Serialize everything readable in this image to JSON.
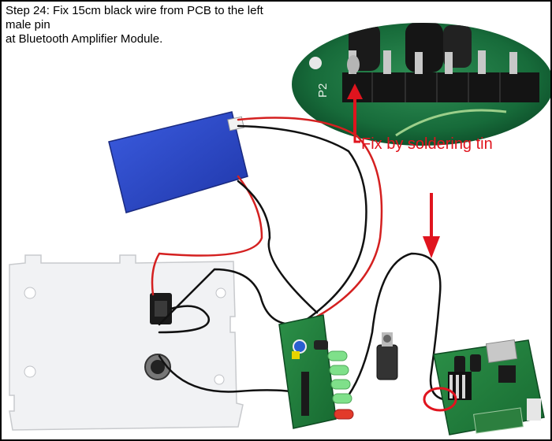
{
  "instruction": {
    "line1": "Step 24: Fix 15cm black wire from PCB to the left male pin",
    "line2": "at Bluetooth Amplifier Module."
  },
  "callout": {
    "label": "Fix by soldering tin"
  },
  "inset": {
    "connector_label": "P2"
  },
  "colors": {
    "annotation_red": "#e0141e",
    "battery_blue": "#2b48c8",
    "pcb_green": "#1f7a3a",
    "wire_red": "#d42020",
    "wire_black": "#111111"
  }
}
